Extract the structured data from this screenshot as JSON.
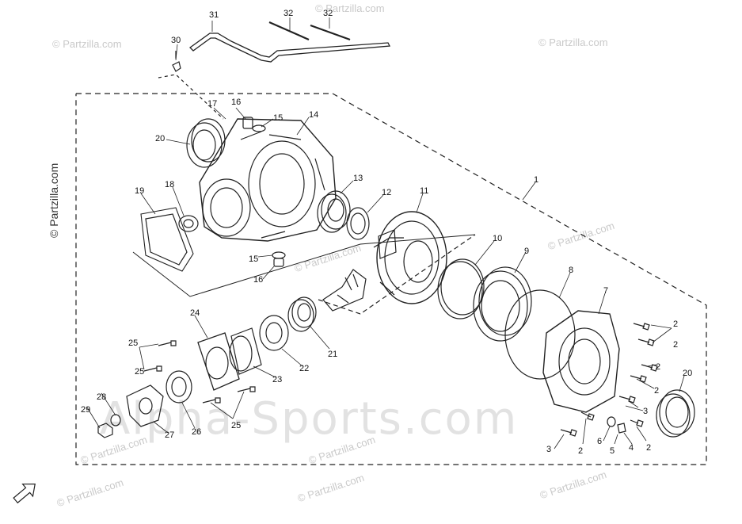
{
  "watermarks": {
    "partzilla": "© Partzilla.com",
    "alpha": "Alpha-Sports.com"
  },
  "callouts": {
    "c1": "1",
    "c2a": "2",
    "c2b": "2",
    "c2c": "2",
    "c2d": "2",
    "c2e": "2",
    "c2f": "2",
    "c3a": "3",
    "c3b": "3",
    "c4": "4",
    "c5": "5",
    "c6": "6",
    "c7": "7",
    "c8": "8",
    "c9": "9",
    "c10": "10",
    "c11": "11",
    "c12": "12",
    "c13": "13",
    "c14": "14",
    "c15a": "15",
    "c15b": "15",
    "c16a": "16",
    "c16b": "16",
    "c17": "17",
    "c18": "18",
    "c19": "19",
    "c20a": "20",
    "c20b": "20",
    "c21": "21",
    "c22": "22",
    "c23": "23",
    "c24": "24",
    "c25a": "25",
    "c25b": "25",
    "c25c": "25",
    "c26": "26",
    "c27": "27",
    "c28": "28",
    "c29": "29",
    "c30": "30",
    "c31": "31",
    "c32a": "32",
    "c32b": "32"
  },
  "colors": {
    "line": "#222222",
    "watermark": "#c9c9c9"
  },
  "icons": {
    "front": "front-arrow-icon"
  }
}
